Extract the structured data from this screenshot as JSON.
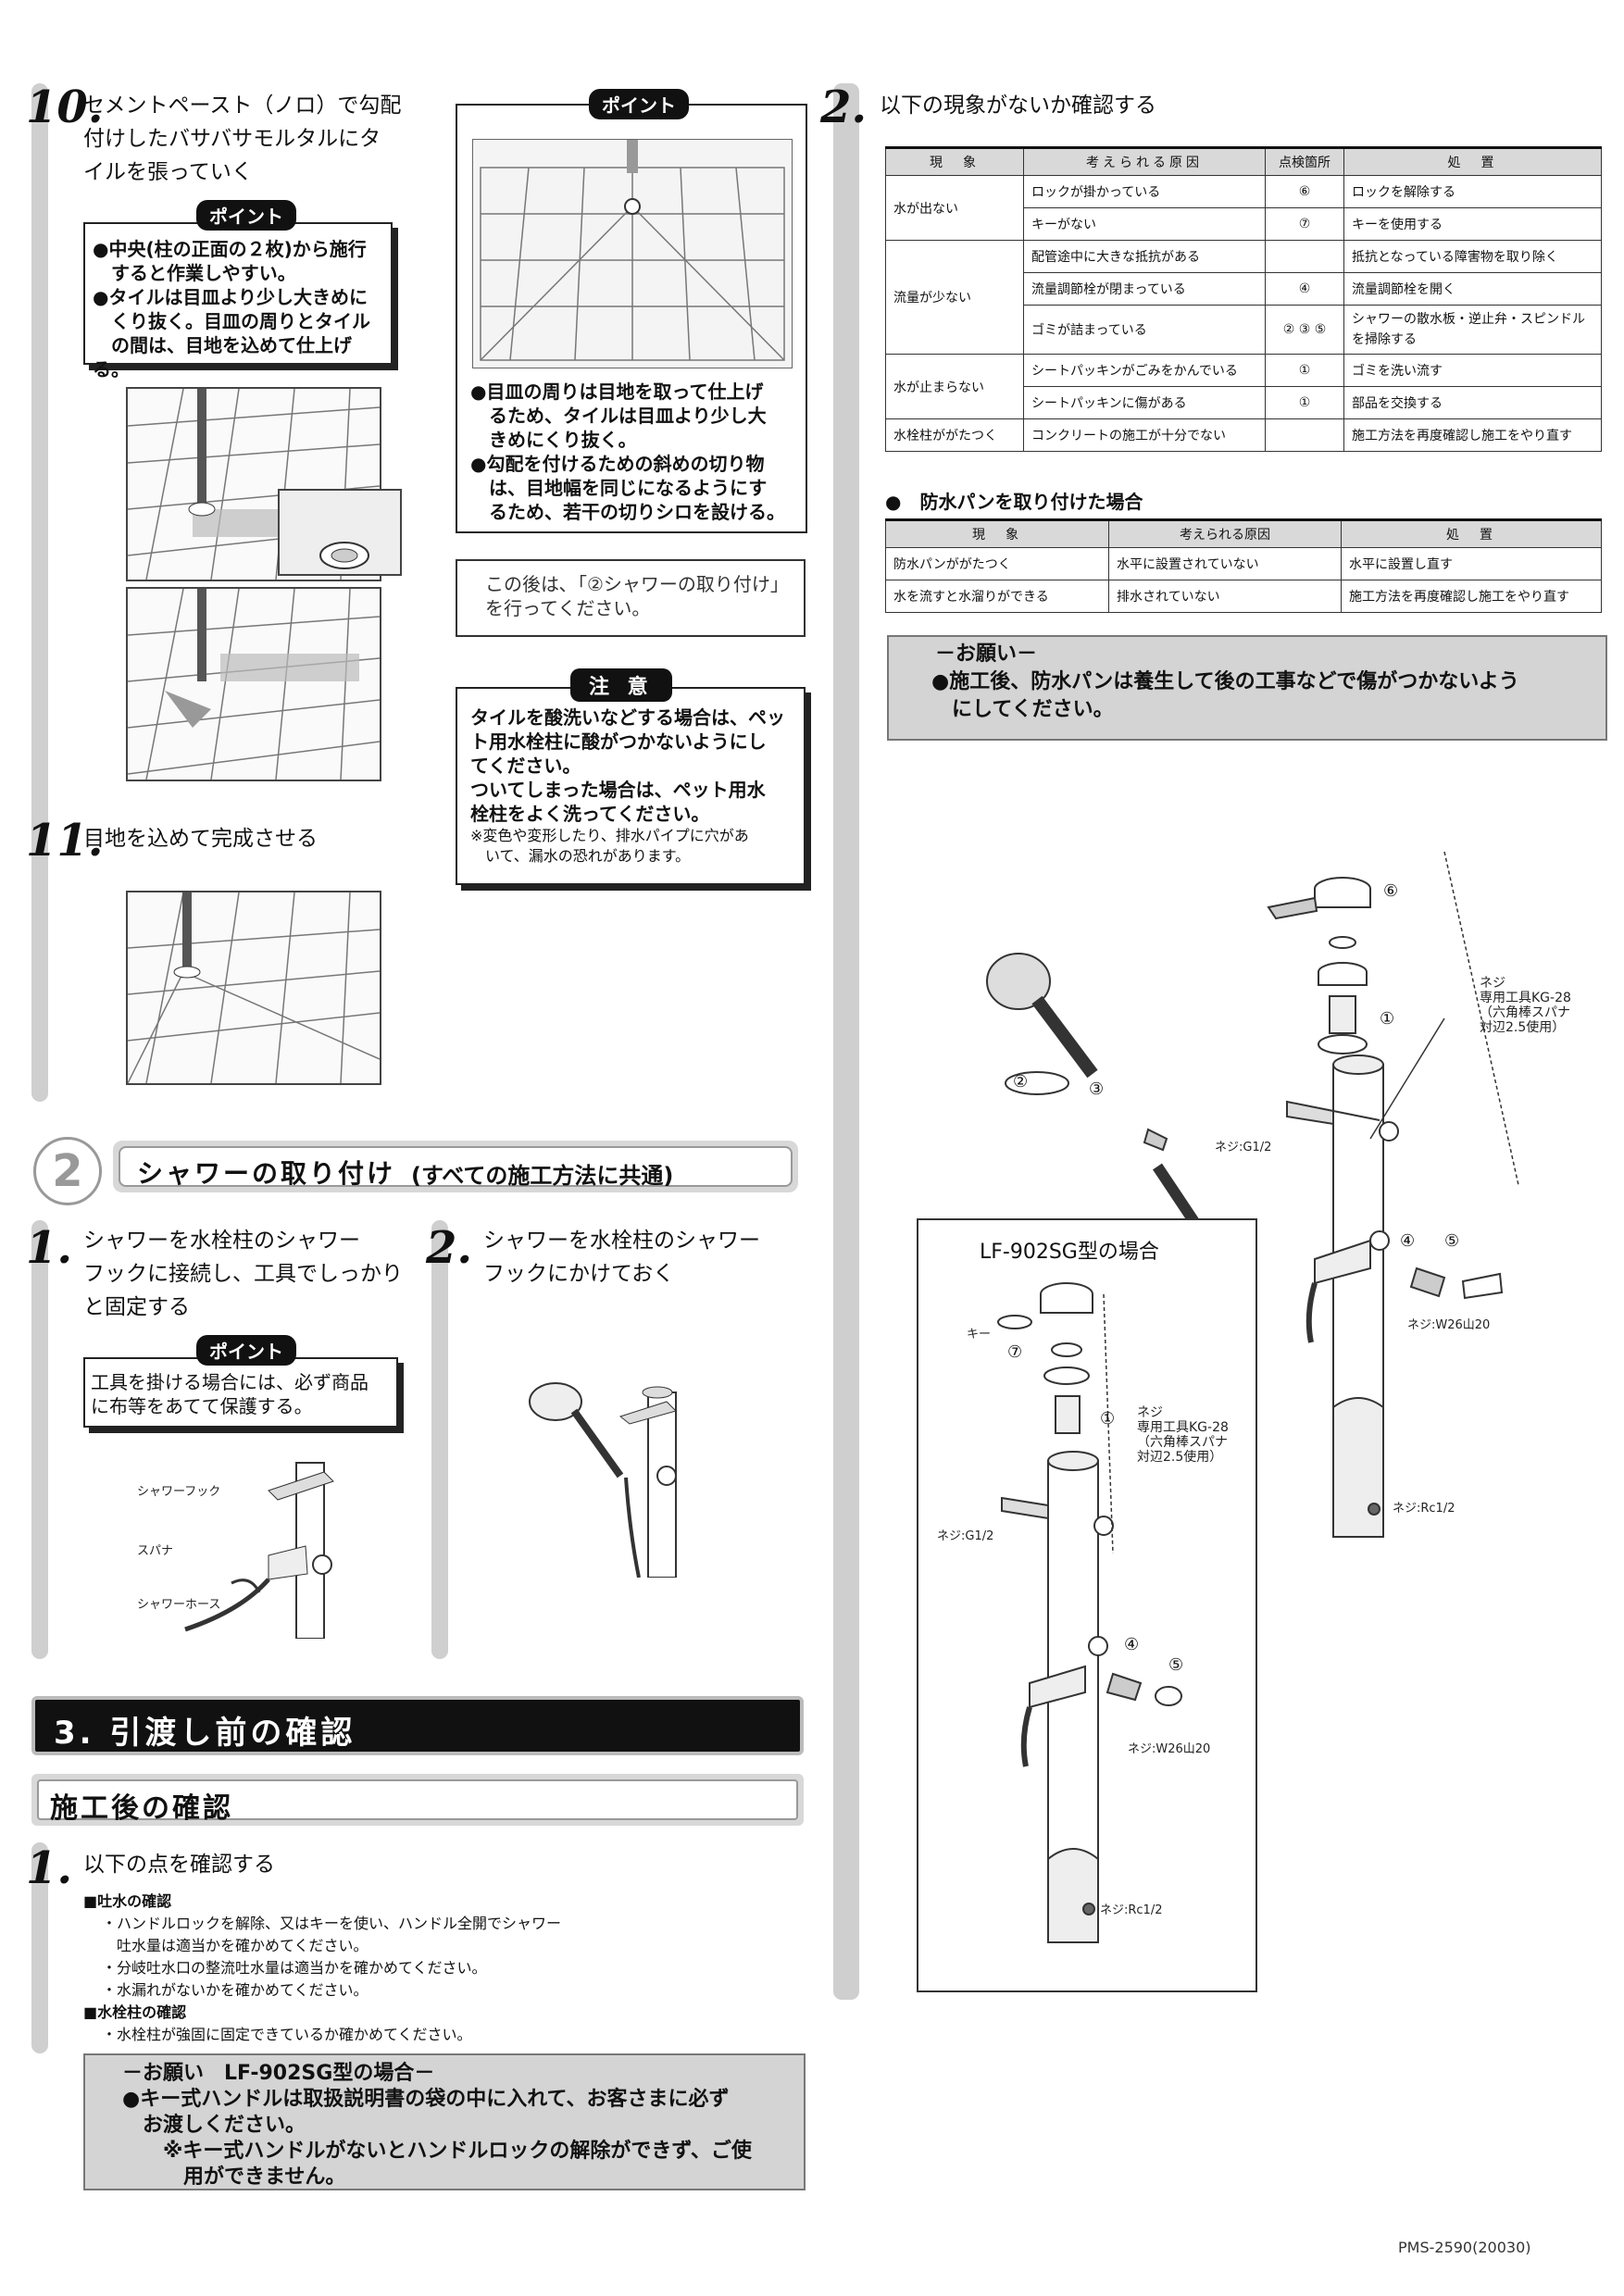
{
  "step10": {
    "num": "10.",
    "text_l1": "セメントペースト（ノロ）で勾配",
    "text_l2": "付けしたバサバサモルタルにタ",
    "text_l3": "イルを張っていく",
    "point_tag": "ポイント",
    "point_l1": "●中央(柱の正面の２枚)から施行",
    "point_l2": "　すると作業しやすい。",
    "point_l3": "●タイルは目皿より少し大きめに",
    "point_l4": "　くり抜く。目皿の周りとタイル",
    "point_l5": "　の間は、目地を込めて仕上げる。"
  },
  "point_right": {
    "tag": "ポイント",
    "l1": "●目皿の周りは目地を取って仕上げ",
    "l2": "　るため、タイルは目皿より少し大",
    "l3": "　きめにくり抜く。",
    "l4": "●勾配を付けるための斜めの切り物",
    "l5": "　は、目地幅を同じになるようにす",
    "l6": "　るため、若干の切りシロを設ける。"
  },
  "after_note": {
    "l1": "この後は､「②シャワーの取り付け」",
    "l2": "を行ってください。"
  },
  "caution": {
    "tag": "注 意",
    "l1": "タイルを酸洗いなどする場合は、ペッ",
    "l2": "ト用水栓柱に酸がつかないようにし",
    "l3": "てください。",
    "l4": "ついてしまった場合は、ペット用水",
    "l5": "栓柱をよく洗ってください。",
    "l6": "※変色や変形したり、排水パイプに穴があ",
    "l7": "　いて、漏水の恐れがあります。"
  },
  "step11": {
    "num": "11.",
    "text": "目地を込めて完成させる"
  },
  "section2": {
    "num": "2",
    "title": "シャワーの取り付け",
    "subtitle": "(すべての施工方法に共通)"
  },
  "shower1": {
    "num": "1.",
    "l1": "シャワーを水栓柱のシャワー",
    "l2": "フックに接続し、工具でしっかり",
    "l3": "と固定する",
    "point_tag": "ポイント",
    "point_l1": "工具を掛ける場合には、必ず商品",
    "point_l2": "に布等をあてて保護する。",
    "label_hook": "シャワーフック",
    "label_spanner": "スパナ",
    "label_hose": "シャワーホース"
  },
  "shower2": {
    "num": "2.",
    "l1": "シャワーを水栓柱のシャワー",
    "l2": "フックにかけておく"
  },
  "section3": {
    "title": "3. 引渡し前の確認",
    "sub": "施工後の確認"
  },
  "check1": {
    "num": "1.",
    "text": "以下の点を確認する",
    "h1": "■吐水の確認",
    "i1": "・ハンドルロックを解除、又はキーを使い、ハンドル全開でシャワー",
    "i1b": "　吐水量は適当かを確かめてください。",
    "i2": "・分岐吐水口の整流吐水量は適当かを確かめてください。",
    "i3": "・水漏れがないかを確かめてください。",
    "h2": "■水栓柱の確認",
    "i4": "・水栓柱が強固に固定できているか確かめてください。"
  },
  "request_left": {
    "l1": "－お願い　LF-902SG型の場合－",
    "l2": "●キー式ハンドルは取扱説明書の袋の中に入れて、お客さまに必ず",
    "l3": "　お渡しください。",
    "l4": "　　※キー式ハンドルがないとハンドルロックの解除ができず、ご使",
    "l5": "　　　用ができません。"
  },
  "check2": {
    "num": "2.",
    "text": "以下の現象がないか確認する",
    "headers": [
      "現　象",
      "考えられる原因",
      "点検箇所",
      "処　置"
    ],
    "rows": [
      {
        "phen": "水が出ない",
        "cause": "ロックが掛かっている",
        "point": "⑥",
        "action": "ロックを解除する"
      },
      {
        "phen": "",
        "cause": "キーがない",
        "point": "⑦",
        "action": "キーを使用する"
      },
      {
        "phen": "流量が少ない",
        "cause": "配管途中に大きな抵抗がある",
        "point": "",
        "action": "抵抗となっている障害物を取り除く"
      },
      {
        "phen": "",
        "cause": "流量調節栓が閉まっている",
        "point": "④",
        "action": "流量調節栓を開く"
      },
      {
        "phen": "",
        "cause": "ゴミが詰まっている",
        "point": "② ③ ⑤",
        "action": "シャワーの散水板・逆止弁・スピンドルを掃除する"
      },
      {
        "phen": "水が止まらない",
        "cause": "シートパッキンがごみをかんでいる",
        "point": "①",
        "action": "ゴミを洗い流す"
      },
      {
        "phen": "",
        "cause": "シートパッキンに傷がある",
        "point": "①",
        "action": "部品を交換する"
      },
      {
        "phen": "水栓柱ががたつく",
        "cause": "コンクリートの施工が十分でない",
        "point": "",
        "action": "施工方法を再度確認し施工をやり直す"
      }
    ]
  },
  "pan": {
    "title": "●　防水パンを取り付けた場合",
    "headers": [
      "現　象",
      "考えられる原因",
      "処　置"
    ],
    "rows": [
      {
        "phen": "防水パンががたつく",
        "cause": "水平に設置されていない",
        "action": "水平に設置し直す"
      },
      {
        "phen": "水を流すと水溜りができる",
        "cause": "排水されていない",
        "action": "施工方法を再度確認し施工をやり直す"
      }
    ]
  },
  "request_right": {
    "l1": "－お願い－",
    "l2": "●施工後、防水パンは養生して後の工事などで傷がつかないよう",
    "l3": "　にしてください。"
  },
  "diagram": {
    "screw_label": "ネジ",
    "tool_l1": "専用工具KG-28",
    "tool_l2": "（六角棒スパナ",
    "tool_l3": "対辺2.5使用）",
    "g12": "ネジ:G1/2",
    "w26": "ネジ:W26山20",
    "rc12": "ネジ:Rc1/2",
    "lf_title": "LF-902SG型の場合",
    "key": "キー",
    "n1": "①",
    "n2": "②",
    "n3": "③",
    "n4": "④",
    "n5": "⑤",
    "n6": "⑥",
    "n7": "⑦"
  },
  "footer": {
    "code": "PMS-2590(20030)"
  }
}
